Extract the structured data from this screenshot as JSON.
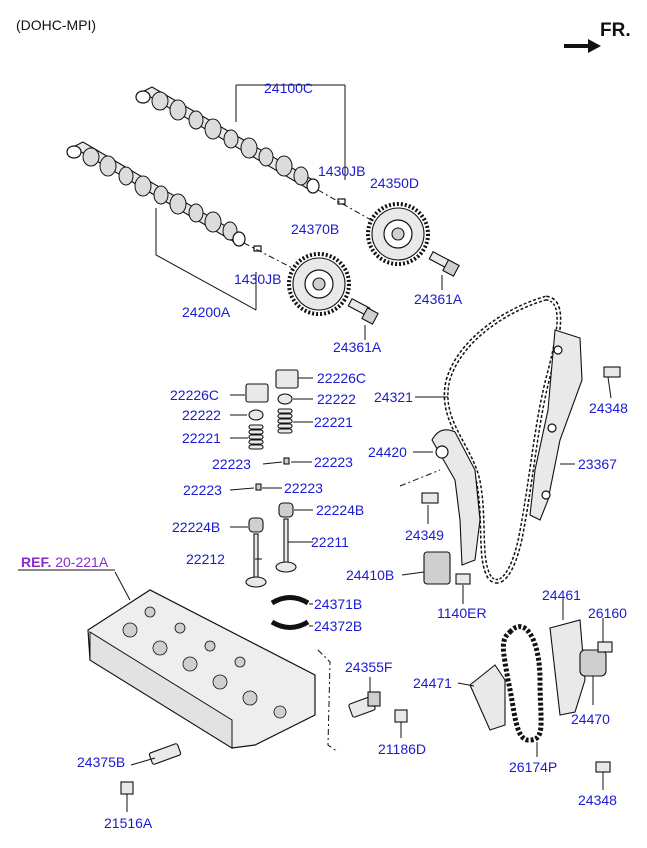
{
  "header": {
    "engine_title": "(DOHC-MPI)",
    "direction_label": "FR."
  },
  "reference": {
    "prefix": "REF.",
    "code": "20-221A"
  },
  "part_labels": {
    "p24100C": "24100C",
    "p1430JB_a": "1430JB",
    "p24350D": "24350D",
    "p24370B": "24370B",
    "p1430JB_b": "1430JB",
    "p24200A": "24200A",
    "p24361A_a": "24361A",
    "p24361A_b": "24361A",
    "p22226C_l": "22226C",
    "p22226C_r": "22226C",
    "p22222_l": "22222",
    "p22222_r": "22222",
    "p22221_l": "22221",
    "p22221_r": "22221",
    "p22223_a": "22223",
    "p22223_b": "22223",
    "p22223_c": "22223",
    "p22224B_l": "22224B",
    "p22224B_r": "22224B",
    "p22212": "22212",
    "p22211": "22211",
    "p24371B": "24371B",
    "p24372B": "24372B",
    "p24321": "24321",
    "p24348_a": "24348",
    "p23367": "23367",
    "p24420": "24420",
    "p24349": "24349",
    "p24410B": "24410B",
    "p1140ER": "1140ER",
    "p24461": "24461",
    "p26160": "26160",
    "p24471": "24471",
    "p24470": "24470",
    "p24355F": "24355F",
    "p21186D": "21186D",
    "p26174P": "26174P",
    "p24348_b": "24348",
    "p24375B": "24375B",
    "p21516A": "21516A"
  }
}
